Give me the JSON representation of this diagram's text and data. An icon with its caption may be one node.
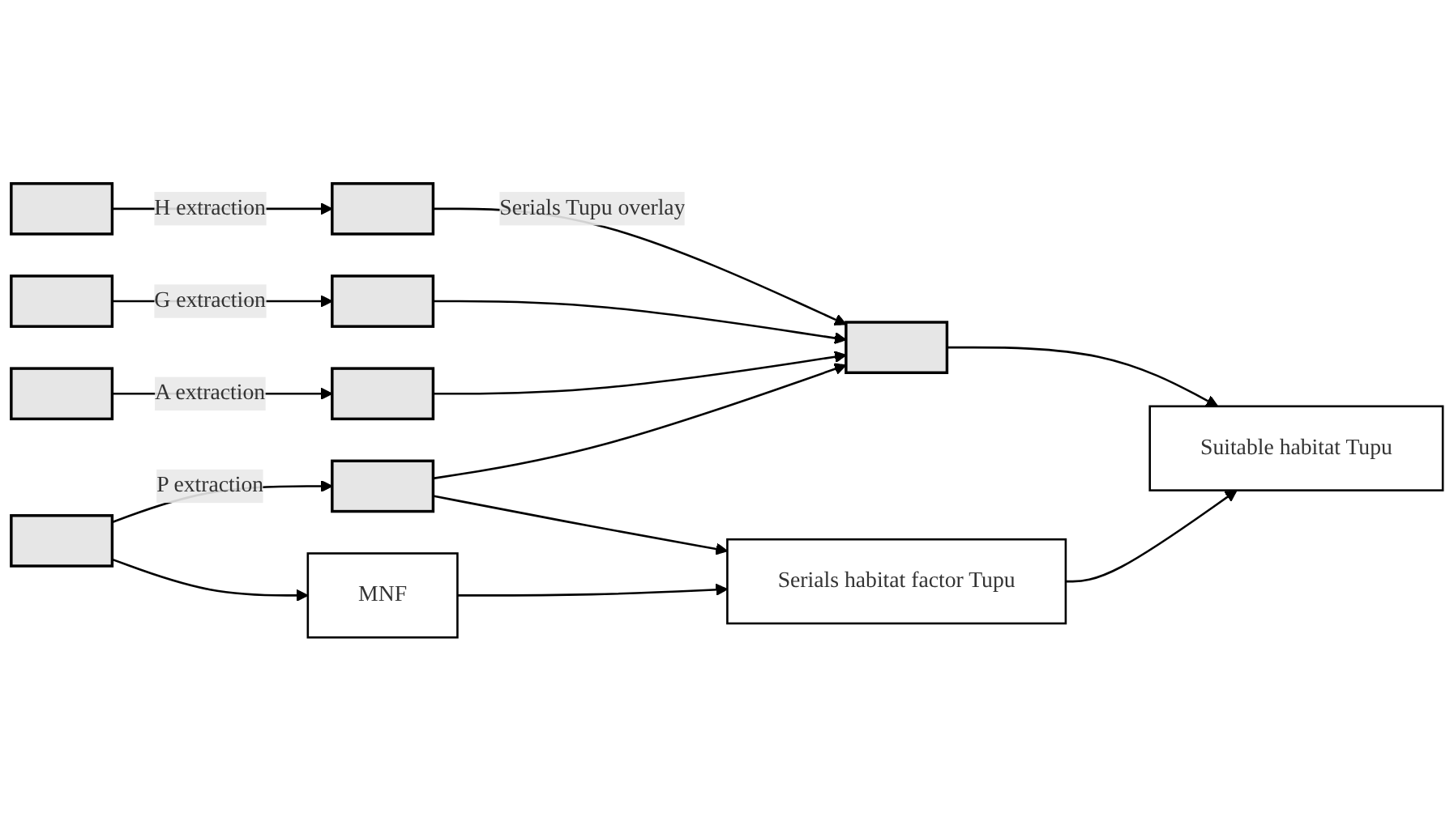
{
  "diagram": {
    "nodes": [
      {
        "text": [],
        "shape": "grid"
      },
      {
        "text": [],
        "shape": "grid"
      },
      {
        "text": [],
        "shape": "grid"
      },
      {
        "text": [],
        "shape": "grid"
      },
      {
        "text": [],
        "shape": "grid"
      },
      {
        "text": [],
        "shape": "grid"
      },
      {
        "text": [],
        "shape": "grid"
      },
      {
        "text": [],
        "shape": "grid"
      },
      {
        "text": [],
        "shape": "grid"
      },
      {
        "text": [
          "MNF"
        ]
      },
      {
        "text": [
          "Serials habitat factor Tupu"
        ]
      },
      {
        "text": [
          "Suitable habitat Tupu"
        ]
      }
    ],
    "edges": [
      {
        "from": 0,
        "to": 1,
        "arrow": "to",
        "label": "H extraction"
      },
      {
        "from": 2,
        "to": 3,
        "arrow": "to",
        "label": "G extraction"
      },
      {
        "from": 5,
        "to": 6,
        "arrow": "to",
        "label": "A extraction"
      },
      {
        "from": 7,
        "to": 8,
        "arrow": "to",
        "label": "P extraction"
      },
      {
        "from": 1,
        "to": 4,
        "arrow": "to",
        "label": "Serials Tupu overlay"
      },
      {
        "from": 3,
        "to": 4,
        "arrow": "to"
      },
      {
        "from": 6,
        "to": 4,
        "arrow": "to"
      },
      {
        "from": 8,
        "to": 4,
        "arrow": "to"
      },
      {
        "from": 7,
        "to": 9,
        "arrow": "to"
      },
      {
        "from": 8,
        "to": 10,
        "arrow": "to"
      },
      {
        "from": 4,
        "to": 11,
        "arrow": "to"
      },
      {
        "from": 9,
        "to": 10,
        "arrow": "to"
      },
      {
        "from": 10,
        "to": 11,
        "arrow": "to"
      }
    ]
  }
}
